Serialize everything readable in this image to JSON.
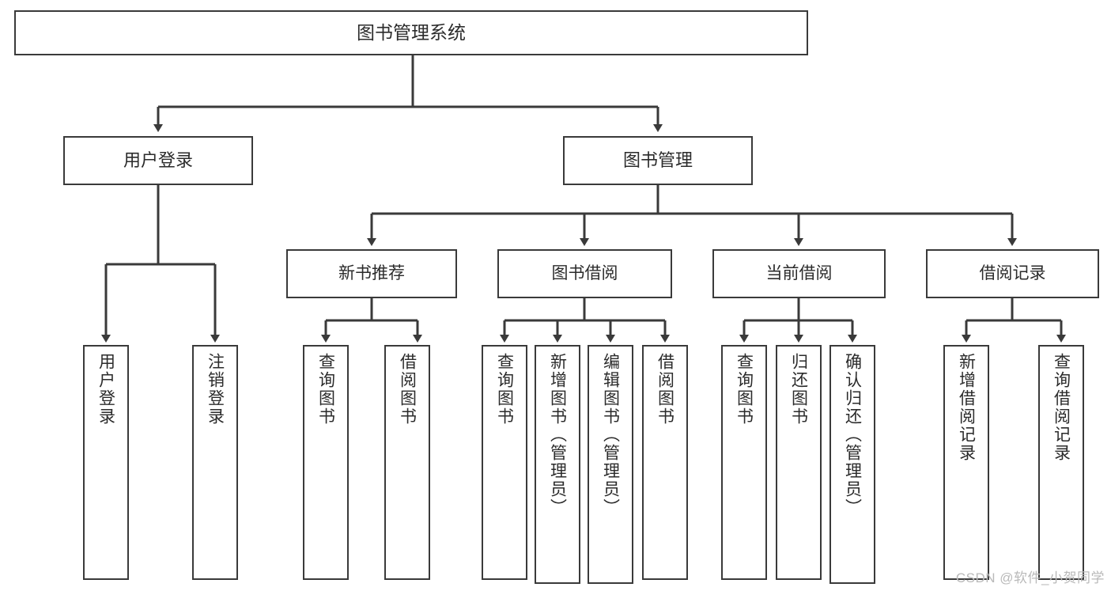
{
  "diagram": {
    "title": "图书管理系统",
    "type": "function-structure-tree",
    "watermark": "CSDN @软件_小贺同学",
    "colors": {
      "box_border": "#3a3a3a",
      "box_fill": "#ffffff",
      "edge": "#3a3a3a",
      "text": "#2b2b2b",
      "watermark": "#b9b9b9"
    },
    "nodes": {
      "root": {
        "label": "图书管理系统"
      },
      "user_login": {
        "label": "用户登录"
      },
      "book_manage": {
        "label": "图书管理"
      },
      "new_book_rec": {
        "label": "新书推荐"
      },
      "book_borrow": {
        "label": "图书借阅"
      },
      "current_borrow": {
        "label": "当前借阅"
      },
      "borrow_record": {
        "label": "借阅记录"
      },
      "leaf_user_login": {
        "label": "用户登录"
      },
      "leaf_logout": {
        "label": "注销登录"
      },
      "leaf_query_book_1": {
        "label": "查询图书"
      },
      "leaf_borrow_book_1": {
        "label": "借阅图书"
      },
      "leaf_query_book_2": {
        "label": "查询图书"
      },
      "leaf_add_book": {
        "label": "新增图书（管理员）"
      },
      "leaf_edit_book": {
        "label": "编辑图书（管理员）"
      },
      "leaf_borrow_book_2": {
        "label": "借阅图书"
      },
      "leaf_query_book_3": {
        "label": "查询图书"
      },
      "leaf_return_book": {
        "label": "归还图书"
      },
      "leaf_confirm_return": {
        "label": "确认归还（管理员）"
      },
      "leaf_add_record": {
        "label": "新增借阅记录"
      },
      "leaf_query_record": {
        "label": "查询借阅记录"
      }
    }
  }
}
